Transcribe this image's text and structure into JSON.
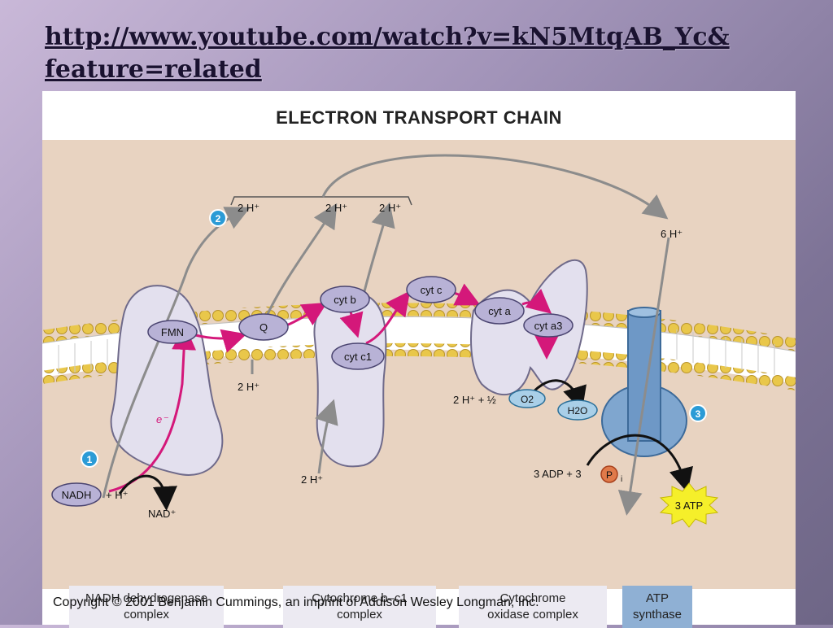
{
  "slide": {
    "link_line1": "http://www.youtube.com/watch?v=kN5MtqAB_Yc&",
    "link_line2": "feature=related"
  },
  "figure": {
    "title": "ELECTRON TRANSPORT CHAIN",
    "copyright": "Copyright © 2001 Benjamin Cummings, an imprint of Addison Wesley Longman, Inc.",
    "steps": [
      "1",
      "2",
      "3"
    ],
    "proton_labels": {
      "top_1": "2 H⁺",
      "top_2": "2 H⁺",
      "top_3": "2 H⁺",
      "top_total": "6 H⁺",
      "below_q": "2 H⁺",
      "below_cytb": "2 H⁺",
      "nadh_h": "+ H⁺"
    },
    "molecules": {
      "fmn": "FMN",
      "q": "Q",
      "cyt_b": "cyt b",
      "cyt_c1": "cyt c1",
      "cyt_c": "cyt c",
      "cyt_a": "cyt a",
      "cyt_a3": "cyt a3",
      "nadh": "NADH",
      "nad": "NAD⁺",
      "electron": "e⁻",
      "oxygen_prefix": "2 H⁺ + ½",
      "o2": "O2",
      "h2o": "H2O",
      "adp": "3 ADP + 3",
      "pi": "P",
      "pi_sub": "i",
      "atp": "3 ATP"
    },
    "complexes": [
      {
        "name": "NADH dehydrogenase complex",
        "line1": "NADH dehydrogenase",
        "line2": "complex"
      },
      {
        "name": "Cytochrome b–c1 complex",
        "line1": "Cytochrome b–c1",
        "line2": "complex"
      },
      {
        "name": "Cytochrome oxidase complex",
        "line1": "Cytochrome",
        "line2": "oxidase complex"
      },
      {
        "name": "ATP synthase",
        "line1": "ATP",
        "line2": "synthase"
      }
    ],
    "colors": {
      "background_panel": "#e8d3c1",
      "complex_fill": "#e3e0ee",
      "carrier_fill": "#b8b2d6",
      "electron_path": "#d4187a",
      "proton_path": "#8c8c8c",
      "step_badge": "#2b9bd6",
      "atp_synthase": "#7fa6cf",
      "atp_burst": "#f5ef2a"
    }
  }
}
